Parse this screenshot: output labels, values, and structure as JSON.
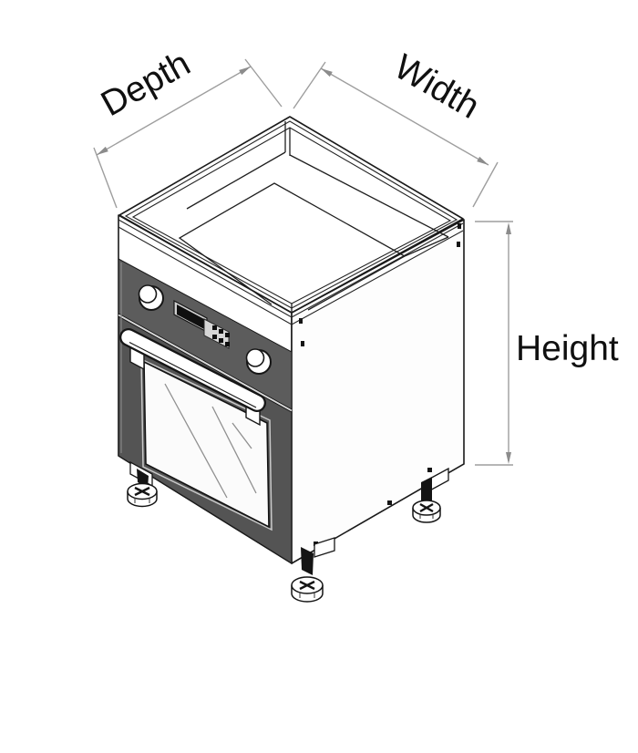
{
  "diagram": {
    "type": "isometric line drawing of a base cabinet with built-in oven and dimension arrows",
    "labels": {
      "depth": "Depth",
      "width": "Width",
      "height": "Height"
    },
    "colors": {
      "background": "#ffffff",
      "outline": "#1a1a1a",
      "dimension_line": "#9e9e9e",
      "dimension_arrow": "#8c8c8c",
      "control_panel": "#5c5c5c",
      "oven_door": "#545454",
      "glass": "#fbfbfb",
      "label_text": "#101010"
    }
  }
}
